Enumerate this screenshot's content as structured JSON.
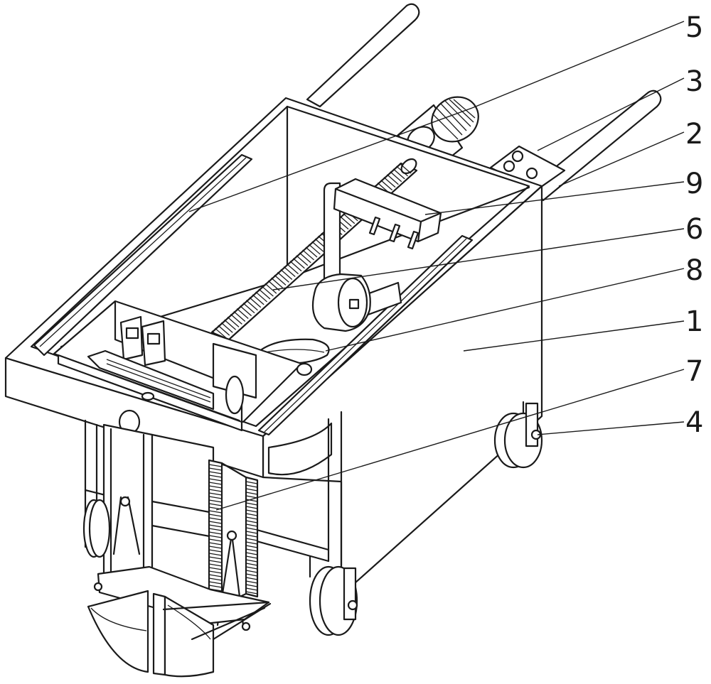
{
  "figure": {
    "labels": [
      {
        "id": "5",
        "text": "5"
      },
      {
        "id": "3",
        "text": "3"
      },
      {
        "id": "2",
        "text": "2"
      },
      {
        "id": "9",
        "text": "9"
      },
      {
        "id": "6",
        "text": "6"
      },
      {
        "id": "8",
        "text": "8"
      },
      {
        "id": "1",
        "text": "1"
      },
      {
        "id": "7",
        "text": "7"
      },
      {
        "id": "4",
        "text": "4"
      }
    ]
  }
}
